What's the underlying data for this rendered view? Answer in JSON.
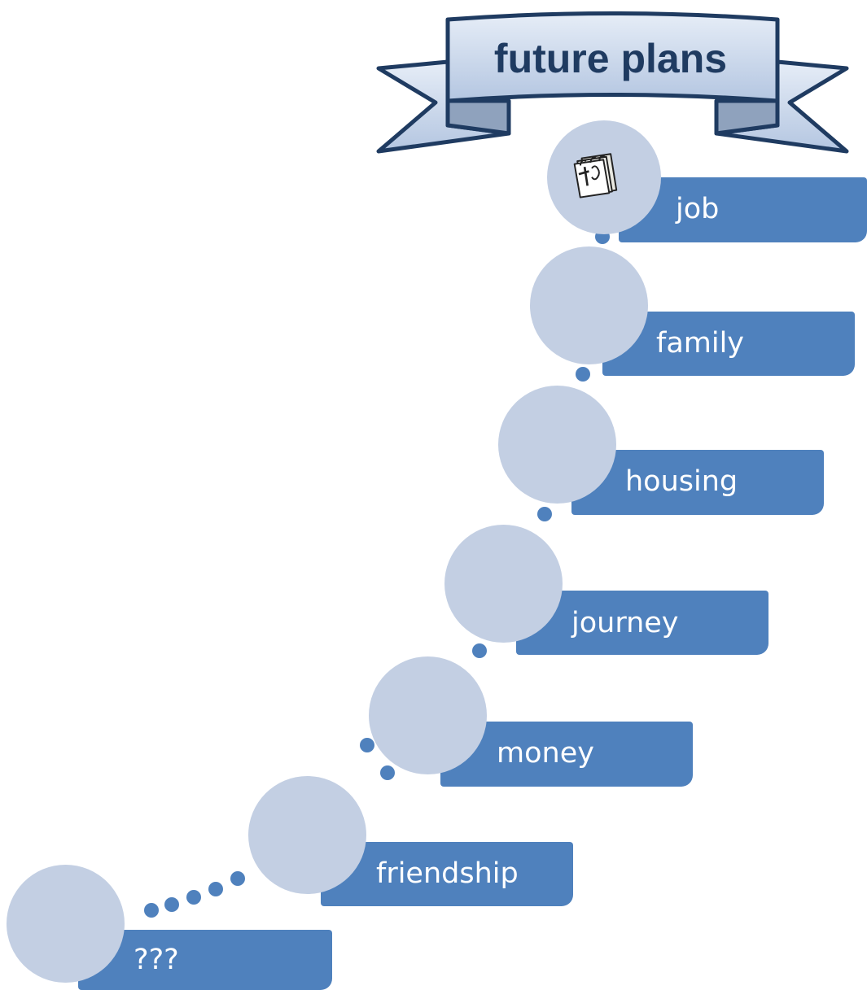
{
  "diagram": {
    "title": "future plans",
    "steps": [
      {
        "label": "job"
      },
      {
        "label": "family"
      },
      {
        "label": "housing"
      },
      {
        "label": "journey"
      },
      {
        "label": "money"
      },
      {
        "label": "friendship"
      },
      {
        "label": "???"
      }
    ],
    "icons": {
      "top_step": "calendar-icon"
    },
    "colors": {
      "box": "#4f81bd",
      "circle": "#c3cfe3",
      "dot": "#4f81bd",
      "banner_fill": "#c9d7ec",
      "banner_outline": "#1f3b61",
      "title_text": "#1f3b61"
    }
  }
}
